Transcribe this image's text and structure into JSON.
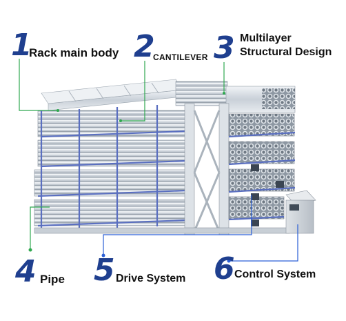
{
  "callouts": [
    {
      "number": "1",
      "label": "Rack main body"
    },
    {
      "number": "2",
      "label": "CANTILEVER"
    },
    {
      "number": "3",
      "label_line1": "Multilayer",
      "label_line2": "Structural Design"
    },
    {
      "number": "4",
      "label": "Pipe"
    },
    {
      "number": "5",
      "label": "Drive System"
    },
    {
      "number": "6",
      "label": "Control System"
    }
  ],
  "colors": {
    "accent": "#1f3f8f",
    "leader": "#2fa84f",
    "leader_blue": "#2a5fd6",
    "frame": "#5a6fc0"
  }
}
